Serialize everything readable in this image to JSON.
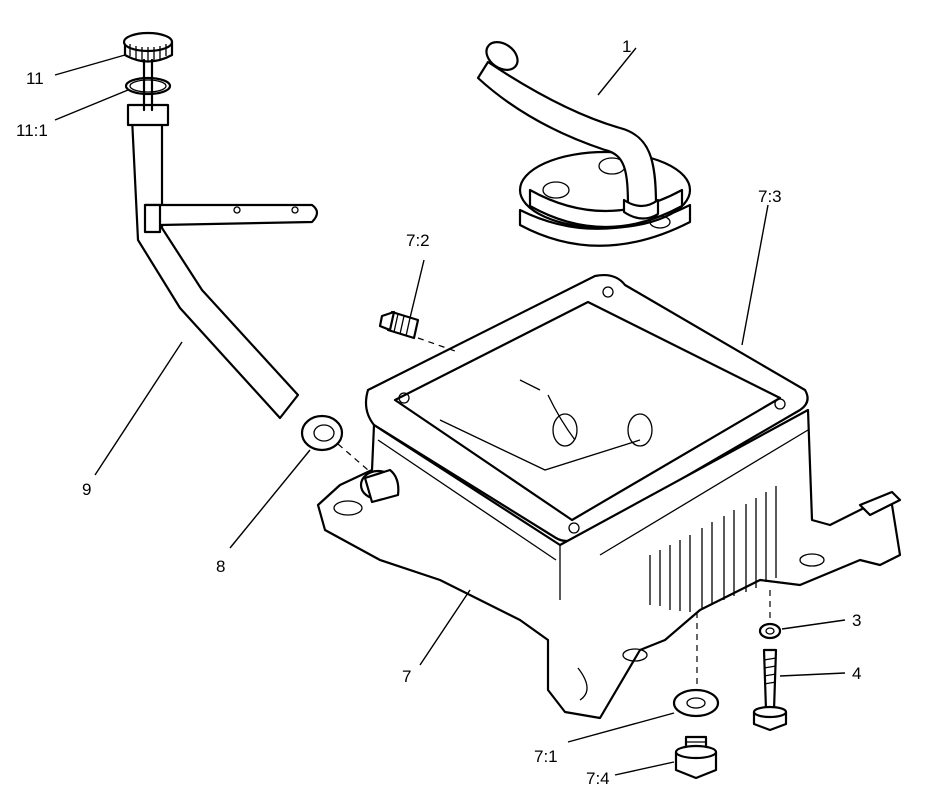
{
  "labels": {
    "p1": "1",
    "p3": "3",
    "p4": "4",
    "p7": "7",
    "p7_1": "7:1",
    "p7_2": "7:2",
    "p7_3": "7:3",
    "p7_4": "7:4",
    "p8": "8",
    "p9": "9",
    "p11": "11",
    "p11_1": "11:1"
  }
}
